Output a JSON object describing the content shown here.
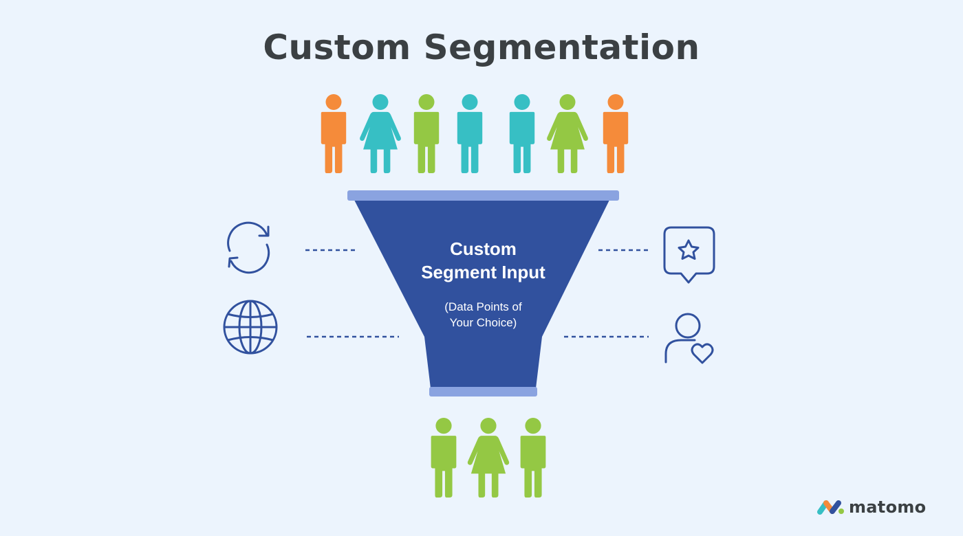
{
  "title": "Custom Segmentation",
  "funnel": {
    "heading_line1": "Custom",
    "heading_line2": "Segment Input",
    "sub_line1": "(Data Points of",
    "sub_line2": "Your Choice)"
  },
  "colors": {
    "background": "#ecf4fd",
    "funnel_body": "#31519e",
    "funnel_rim": "#8aa3e0",
    "icon_stroke": "#31519e",
    "orange": "#f58b3a",
    "teal": "#37bfc4",
    "green": "#94c844",
    "text_dark": "#3b4043"
  },
  "input_people": [
    {
      "figure": "male",
      "color": "orange"
    },
    {
      "figure": "female",
      "color": "teal"
    },
    {
      "figure": "male",
      "color": "green"
    },
    {
      "figure": "male",
      "color": "teal"
    },
    {
      "figure": "male",
      "color": "teal"
    },
    {
      "figure": "female",
      "color": "green"
    },
    {
      "figure": "male",
      "color": "orange"
    }
  ],
  "output_people": [
    {
      "figure": "male",
      "color": "green"
    },
    {
      "figure": "female",
      "color": "green"
    },
    {
      "figure": "male",
      "color": "green"
    }
  ],
  "side_icons": [
    "refresh-icon",
    "globe-icon",
    "star-badge-icon",
    "user-heart-icon"
  ],
  "brand": {
    "name": "matomo",
    "logo_icon": "matomo-logo-icon"
  }
}
